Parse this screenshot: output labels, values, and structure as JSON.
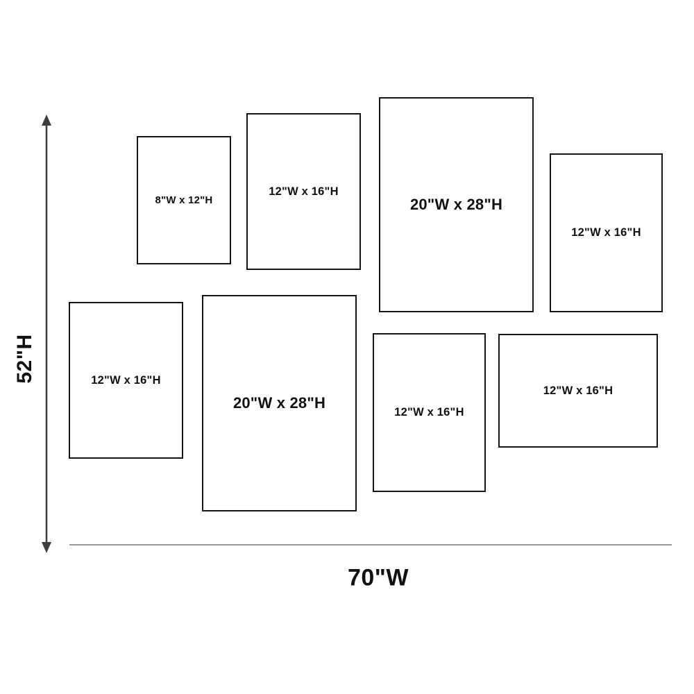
{
  "diagram": {
    "type": "gallery-wall-size-layout",
    "height_label": "52\"H",
    "width_label": "70\"W",
    "frames": [
      {
        "label": "8\"W x 12\"H"
      },
      {
        "label": "12\"W x 16\"H"
      },
      {
        "label": "20\"W x 28\"H"
      },
      {
        "label": "12\"W x 16\"H"
      },
      {
        "label": "12\"W x 16\"H"
      },
      {
        "label": "20\"W x 28\"H"
      },
      {
        "label": "12\"W x 16\"H"
      },
      {
        "label": "12\"W x 16\"H"
      }
    ],
    "colors": {
      "background": "#ffffff",
      "frame_border": "#151515",
      "text": "#111111",
      "arrow": "#3d3d3d",
      "baseline": "#999999"
    }
  }
}
